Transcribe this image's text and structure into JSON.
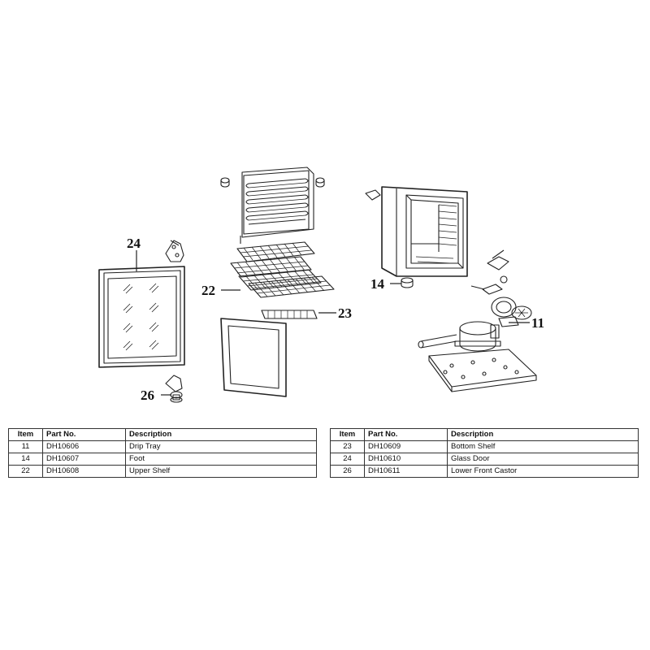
{
  "callouts": {
    "c24": "24",
    "c22": "22",
    "c23": "23",
    "c26": "26",
    "c14": "14",
    "c11": "11"
  },
  "table": {
    "headers": {
      "item": "Item",
      "part_no": "Part No.",
      "description": "Description"
    },
    "left_rows": [
      {
        "item": "11",
        "part_no": "DH10606",
        "description": "Drip Tray"
      },
      {
        "item": "14",
        "part_no": "DH10607",
        "description": "Foot"
      },
      {
        "item": "22",
        "part_no": "DH10608",
        "description": "Upper Shelf"
      }
    ],
    "right_rows": [
      {
        "item": "23",
        "part_no": "DH10609",
        "description": "Bottom Shelf"
      },
      {
        "item": "24",
        "part_no": "DH10610",
        "description": "Glass Door"
      },
      {
        "item": "26",
        "part_no": "DH10611",
        "description": "Lower Front Castor"
      }
    ]
  }
}
